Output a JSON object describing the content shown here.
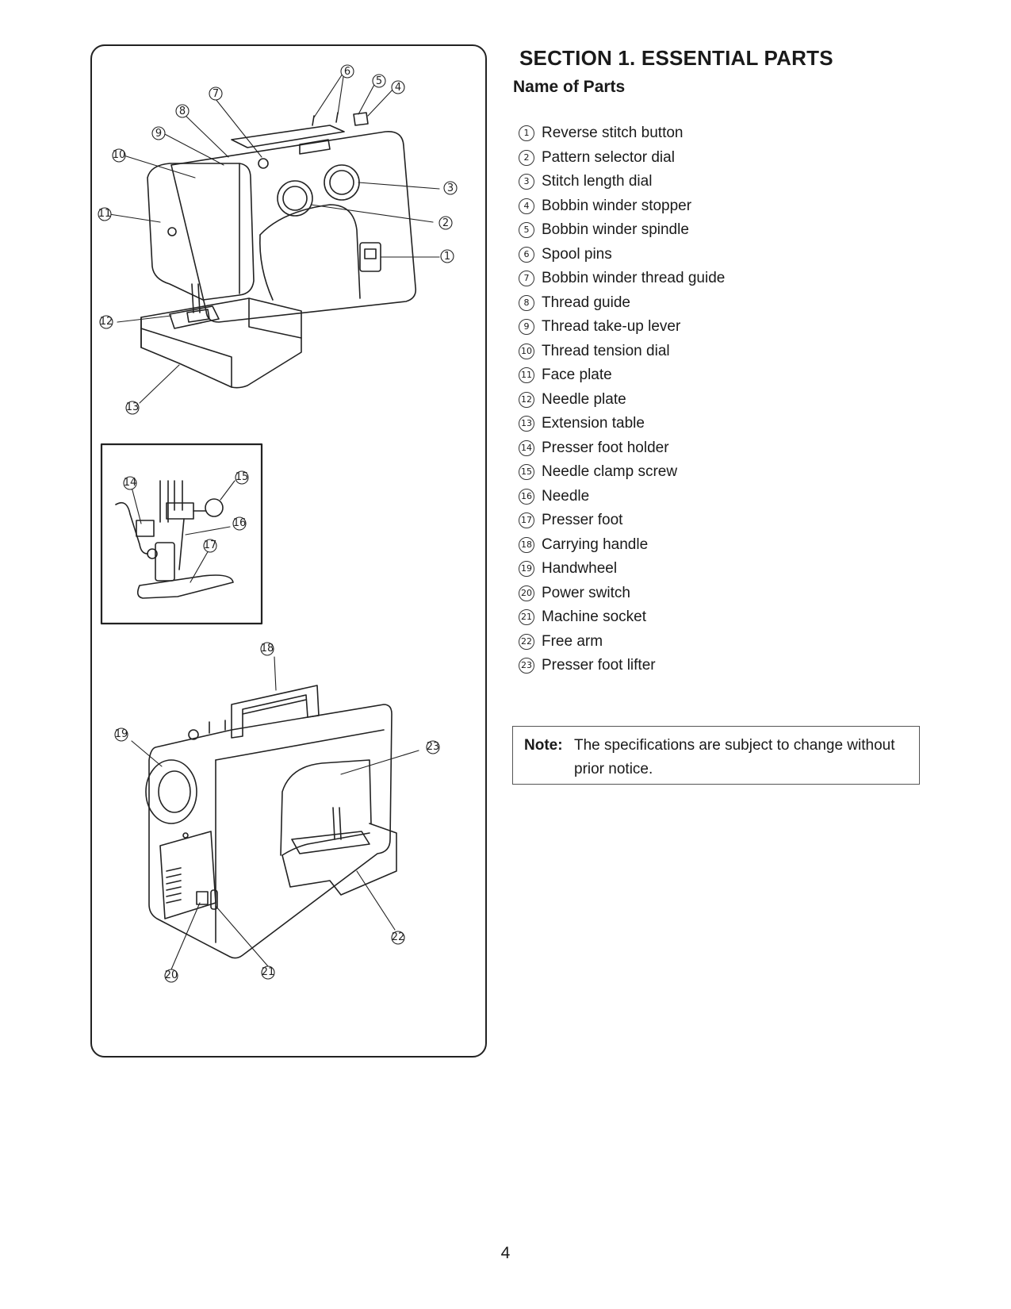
{
  "section_title": "SECTION 1. ESSENTIAL PARTS",
  "subtitle": "Name of Parts",
  "parts": [
    {
      "num": "1",
      "label": "Reverse stitch button"
    },
    {
      "num": "2",
      "label": "Pattern selector dial"
    },
    {
      "num": "3",
      "label": "Stitch length dial"
    },
    {
      "num": "4",
      "label": "Bobbin winder stopper"
    },
    {
      "num": "5",
      "label": "Bobbin winder spindle"
    },
    {
      "num": "6",
      "label": "Spool pins"
    },
    {
      "num": "7",
      "label": "Bobbin winder thread guide"
    },
    {
      "num": "8",
      "label": "Thread guide"
    },
    {
      "num": "9",
      "label": "Thread take-up lever"
    },
    {
      "num": "10",
      "label": "Thread tension dial"
    },
    {
      "num": "11",
      "label": "Face plate"
    },
    {
      "num": "12",
      "label": "Needle plate"
    },
    {
      "num": "13",
      "label": "Extension table"
    },
    {
      "num": "14",
      "label": "Presser foot holder"
    },
    {
      "num": "15",
      "label": "Needle clamp screw"
    },
    {
      "num": "16",
      "label": "Needle"
    },
    {
      "num": "17",
      "label": "Presser foot"
    },
    {
      "num": "18",
      "label": "Carrying handle"
    },
    {
      "num": "19",
      "label": "Handwheel"
    },
    {
      "num": "20",
      "label": "Power switch"
    },
    {
      "num": "21",
      "label": "Machine socket"
    },
    {
      "num": "22",
      "label": "Free arm"
    },
    {
      "num": "23",
      "label": "Presser foot lifter"
    }
  ],
  "note": {
    "label": "Note:",
    "text": "The specifications are subject to change without prior notice."
  },
  "page_number": "4"
}
